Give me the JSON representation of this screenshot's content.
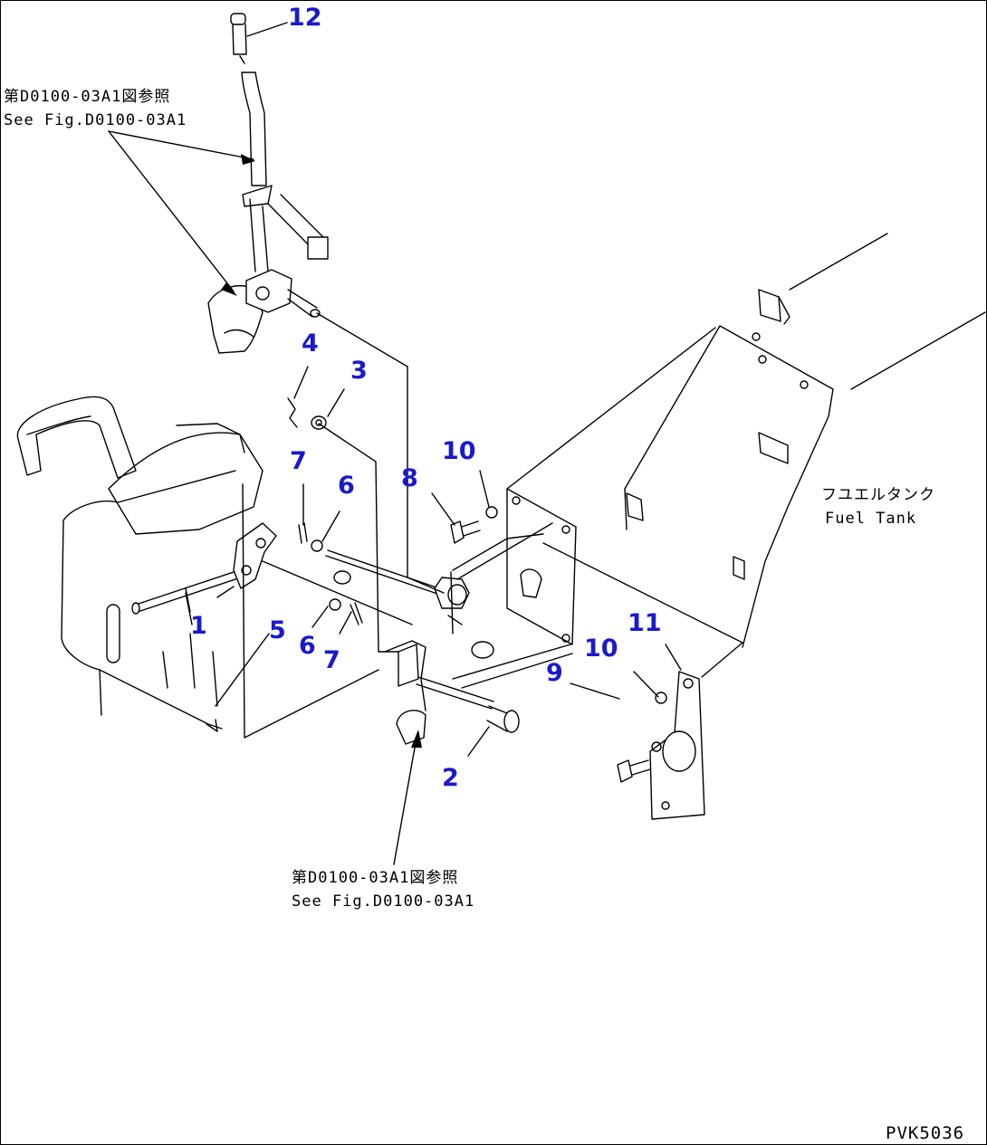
{
  "callouts": [
    "1",
    "2",
    "3",
    "4",
    "5",
    "6",
    "6",
    "7",
    "7",
    "8",
    "9",
    "10",
    "10",
    "11",
    "12"
  ],
  "notes": {
    "ref_top_jp": "第D0100-03A1図参照",
    "ref_top_en": "See Fig.D0100-03A1",
    "ref_bottom_jp": "第D0100-03A1図参照",
    "ref_bottom_en": "See Fig.D0100-03A1",
    "fuel_jp": "フユエルタンク",
    "fuel_en": "Fuel Tank"
  },
  "drawing_code": "PVK5036",
  "colors": {
    "callout": "#1a1acc",
    "line": "#000000"
  }
}
